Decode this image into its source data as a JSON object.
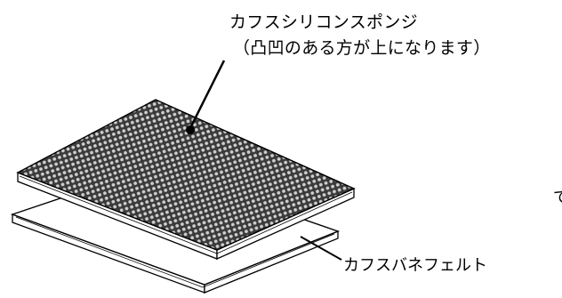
{
  "labels": {
    "sponge_name": "カフスシリコンスポンジ",
    "sponge_note": "（凸凹のある方が上になります）",
    "felt_name": "カフスバネフェルト",
    "edge_fragment": "で"
  },
  "colors": {
    "line": "#000000",
    "background": "#ffffff",
    "sponge_fill": "#3a3a3a",
    "sponge_dots": "#cfcfcf",
    "felt_fill": "#ffffff"
  }
}
